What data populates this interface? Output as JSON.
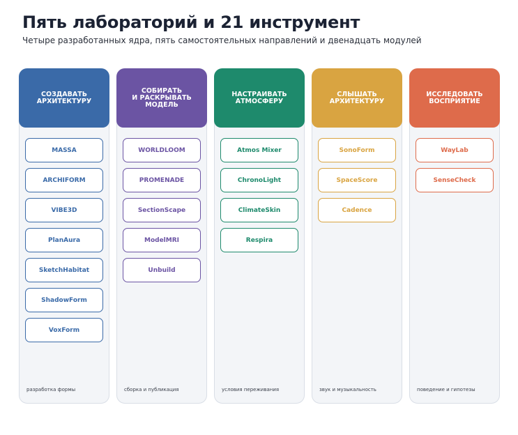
{
  "title": "Пять лабораторий и 21 инструмент",
  "subtitle": "Четыре разработанных ядра, пять самостоятельных направлений и двенадцать модулей",
  "labs": [
    {
      "heading": "СОЗДАВАТЬ\nАРХИТЕКТУРУ",
      "color": "#3a6aa8",
      "tools": [
        "MASSA",
        "ARCHIFORM",
        "VIBE3D",
        "PlanAura",
        "SketchHabitat",
        "ShadowForm",
        "VoxForm"
      ],
      "footer": "разработка формы"
    },
    {
      "heading": "СОБИРАТЬ\nИ РАСКРЫВАТЬ\nМОДЕЛЬ",
      "color": "#6b54a3",
      "tools": [
        "WORLDLOOM",
        "PROMENADE",
        "SectionScape",
        "ModelMRI",
        "Unbuild"
      ],
      "footer": "сборка и публикация"
    },
    {
      "heading": "НАСТРАИВАТЬ\nАТМОСФЕРУ",
      "color": "#1e8a6c",
      "tools": [
        "Atmos Mixer",
        "ChronoLight",
        "ClimateSkin",
        "Respira"
      ],
      "footer": "условия переживания"
    },
    {
      "heading": "СЛЫШАТЬ\nАРХИТЕКТУРУ",
      "color": "#d9a441",
      "tools": [
        "SonoForm",
        "SpaceScore",
        "Cadence"
      ],
      "footer": "звук и музыкальность"
    },
    {
      "heading": "ИССЛЕДОВАТЬ\nВОСПРИЯТИЕ",
      "color": "#de6b4b",
      "tools": [
        "WayLab",
        "SenseCheck"
      ],
      "footer": "поведение и гипотезы"
    }
  ]
}
